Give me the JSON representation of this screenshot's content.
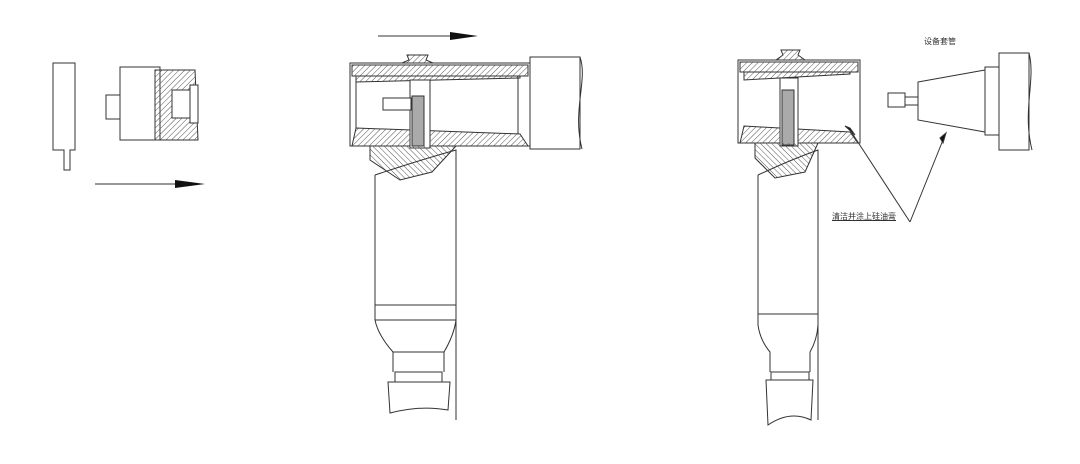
{
  "diagram": {
    "type": "technical-assembly-drawing",
    "steps": [
      {
        "id": "step-1",
        "description": "Insert connector insert into housing",
        "arrow_direction": "right"
      },
      {
        "id": "step-2",
        "description": "Push T-connector onto bushing",
        "arrow_direction": "right"
      },
      {
        "id": "step-3",
        "description": "Clean and apply silicone grease before mating"
      }
    ],
    "labels": {
      "equipment_bushing": "设备套管",
      "clean_and_grease": "清洁并涂上硅油膏"
    },
    "colors": {
      "line": "#333333",
      "hatch": "#555555",
      "fill_dark": "#999999",
      "background": "#ffffff"
    }
  }
}
